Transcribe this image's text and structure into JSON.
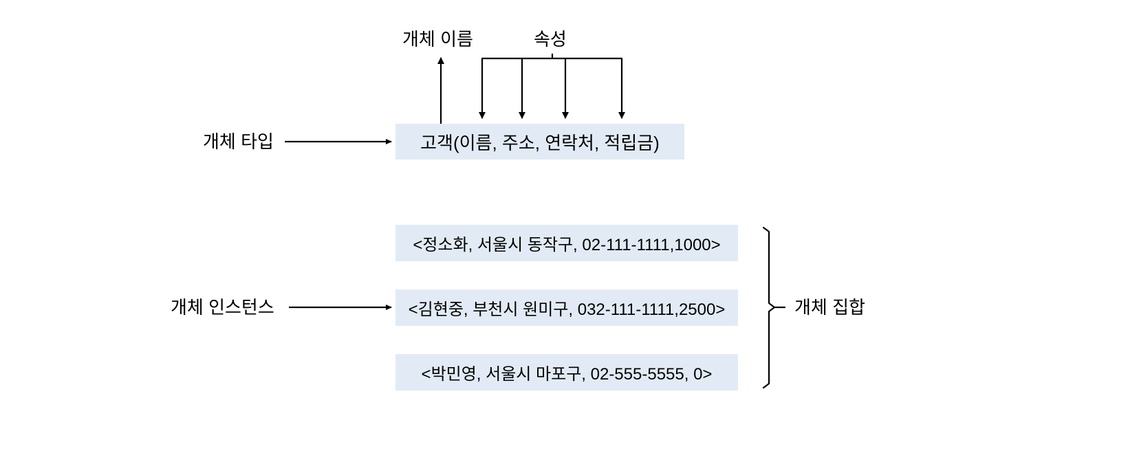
{
  "diagram": {
    "title_labels": {
      "entity_name": "개체 이름",
      "attributes": "속성",
      "entity_type": "개체 타입",
      "entity_instance": "개체 인스턴스",
      "entity_set": "개체 집합"
    },
    "entity_type": {
      "text": "고객(이름, 주소, 연락처, 적립금)",
      "name_part": "고객",
      "attributes": [
        "이름",
        "주소",
        "연락처",
        "적립금"
      ],
      "fill_color": "#e2ebf5"
    },
    "instances": [
      {
        "text": "<정소화, 서울시 동작구, 02-111-1111,1000>"
      },
      {
        "text": "<김현중, 부천시 원미구, 032-111-1111,2500>"
      },
      {
        "text": "<박민영, 서울시 마포구, 02-555-5555, 0>"
      }
    ],
    "colors": {
      "box_fill": "#e2ebf5",
      "line": "#000000",
      "background": "#ffffff"
    }
  }
}
